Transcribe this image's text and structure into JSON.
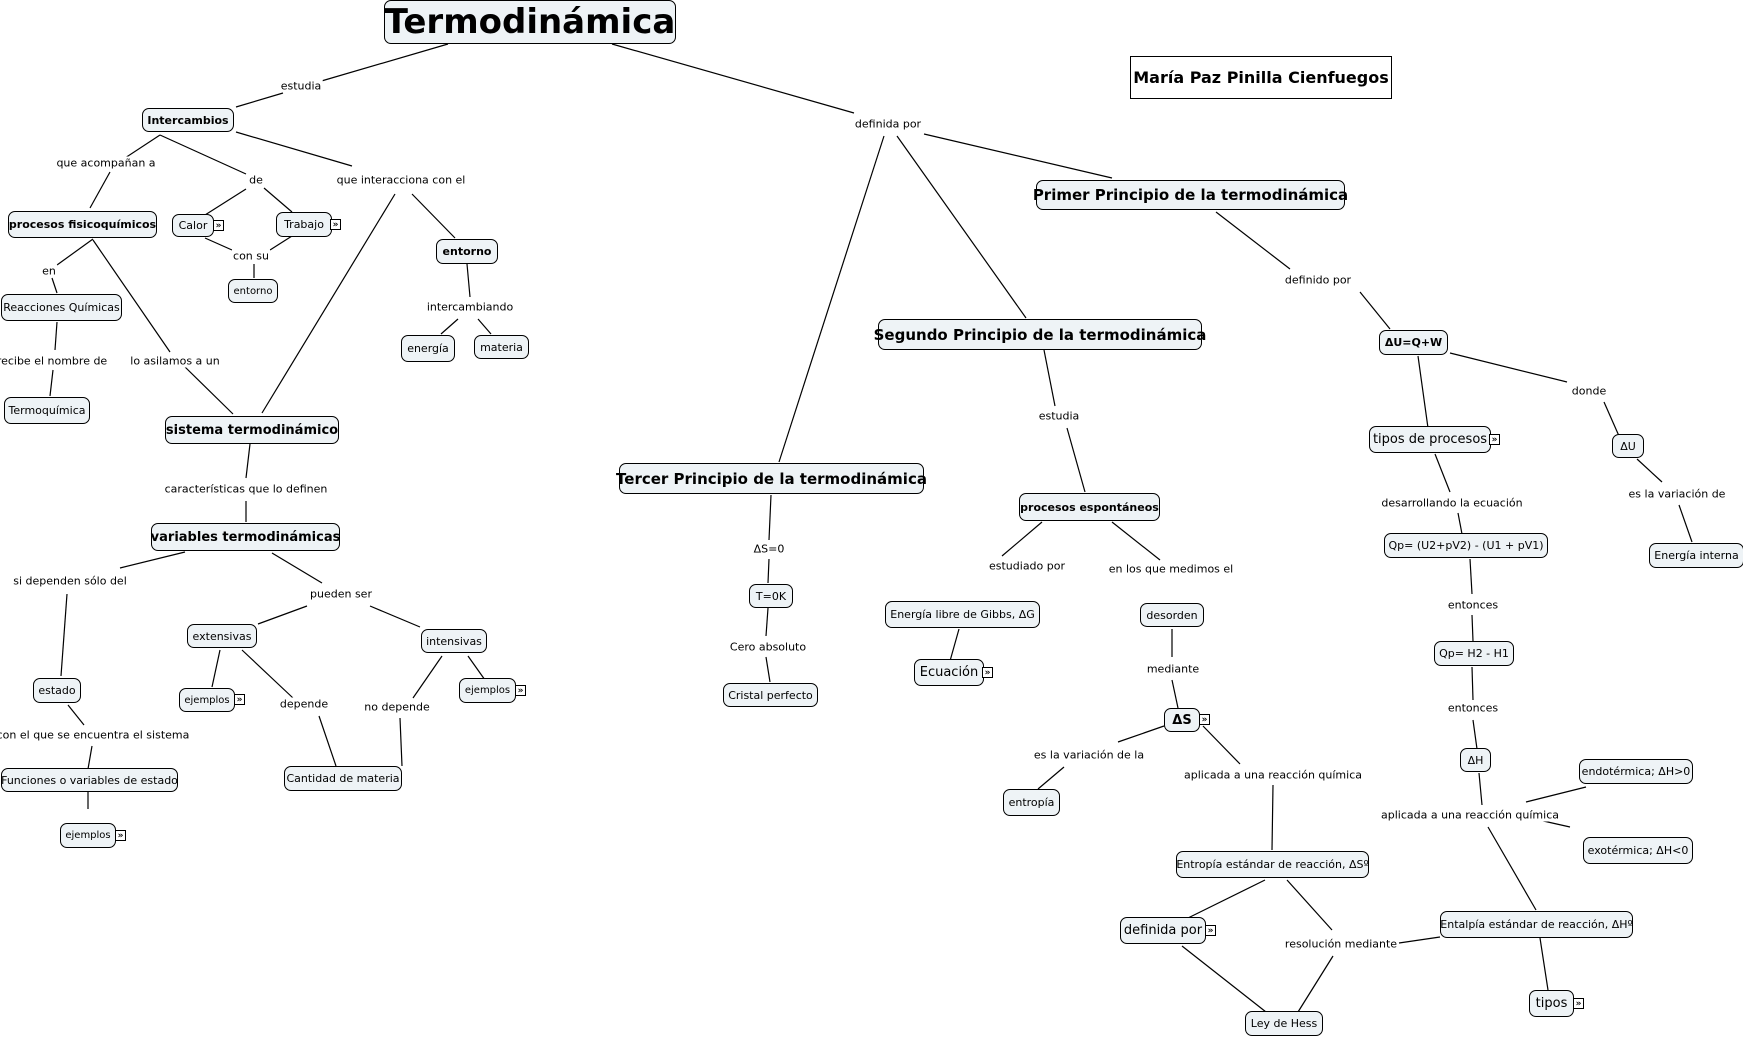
{
  "title": "Termodinámica",
  "author": "María Paz Pinilla Cienfuegos",
  "nodes": {
    "intercambios": "Intercambios",
    "procesos_fq": "procesos fisicoquímicos",
    "reacciones_quimicas": "Reacciones Químicas",
    "termoquimica": "Termoquímica",
    "calor": "Calor",
    "trabajo": "Trabajo",
    "entorno_small": "entorno",
    "entorno": "entorno",
    "energia": "energía",
    "materia": "materia",
    "sistema": "sistema termodinámico",
    "variables": "variables termodinámicas",
    "estado": "estado",
    "funciones": "Funciones o variables de estado",
    "ejemplos1": "ejemplos",
    "extensivas": "extensivas",
    "ejemplos2": "ejemplos",
    "intensivas": "intensivas",
    "ejemplos3": "ejemplos",
    "cantidad": "Cantidad de materia",
    "tercer": "Tercer Principio de la termodinámica",
    "t0k": "T=0K",
    "cristal": "Cristal perfecto",
    "segundo": "Segundo Principio de la termodinámica",
    "espontaneos": "procesos espontáneos",
    "gibbs": "Energía libre de Gibbs, ΔG",
    "ecuacion": "Ecuación",
    "desorden": "desorden",
    "ds": "ΔS",
    "entropia": "entropía",
    "entropia_std": "Entropía estándar de reacción, ΔSº",
    "definida_por_node": "definida por",
    "hess": "Ley de Hess",
    "primer": "Primer Principio de la termodinámica",
    "du_eq": "ΔU=Q+W",
    "tipos_procesos": "tipos de procesos",
    "du": "ΔU",
    "energia_interna": "Energía interna",
    "qp1": "Qp= (U2+pV2) - (U1 + pV1)",
    "qp2": "Qp= H2 - H1",
    "dh": "ΔH",
    "endotermica": "endotérmica; ΔH>0",
    "exotermica": "exotérmica; ΔH<0",
    "entalpia_std": "Entalpía estándar de reacción, ΔHº",
    "tipos": "tipos"
  },
  "labels": {
    "estudia1": "estudia",
    "definida_por": "definida por",
    "que_acompanan": "que acompañan a",
    "de": "de",
    "que_interacciona": "que interacciona con el",
    "en": "en",
    "con_su": "con su",
    "intercambiando": "intercambiando",
    "recibe_nombre": "recibe el nombre de",
    "lo_asilamos": "lo asilamos a un",
    "caracteristicas": "características que lo definen",
    "si_dependen": "si dependen sólo del",
    "pueden_ser": "pueden ser",
    "con_el_que": "con el que se encuentra el sistema",
    "depende": "depende",
    "no_depende": "no depende",
    "ds0": "ΔS=0",
    "cero_absoluto": "Cero absoluto",
    "estudia2": "estudia",
    "estudiado_por": "estudiado por",
    "en_los_que": "en los que medimos el",
    "mediante": "mediante",
    "es_variacion_la": "es la variación de la",
    "aplicada_reaccion1": "aplicada a una reacción química",
    "resolucion": "resolución mediante",
    "definido_por": "definido por",
    "donde": "donde",
    "es_variacion_de": "es la variación de",
    "desarrollando": "desarrollando la ecuación",
    "entonces1": "entonces",
    "entonces2": "entonces",
    "aplicada_reaccion2": "aplicada a una reacción química"
  },
  "expander_glyph": "»",
  "icons": [
    "expand-icon"
  ]
}
